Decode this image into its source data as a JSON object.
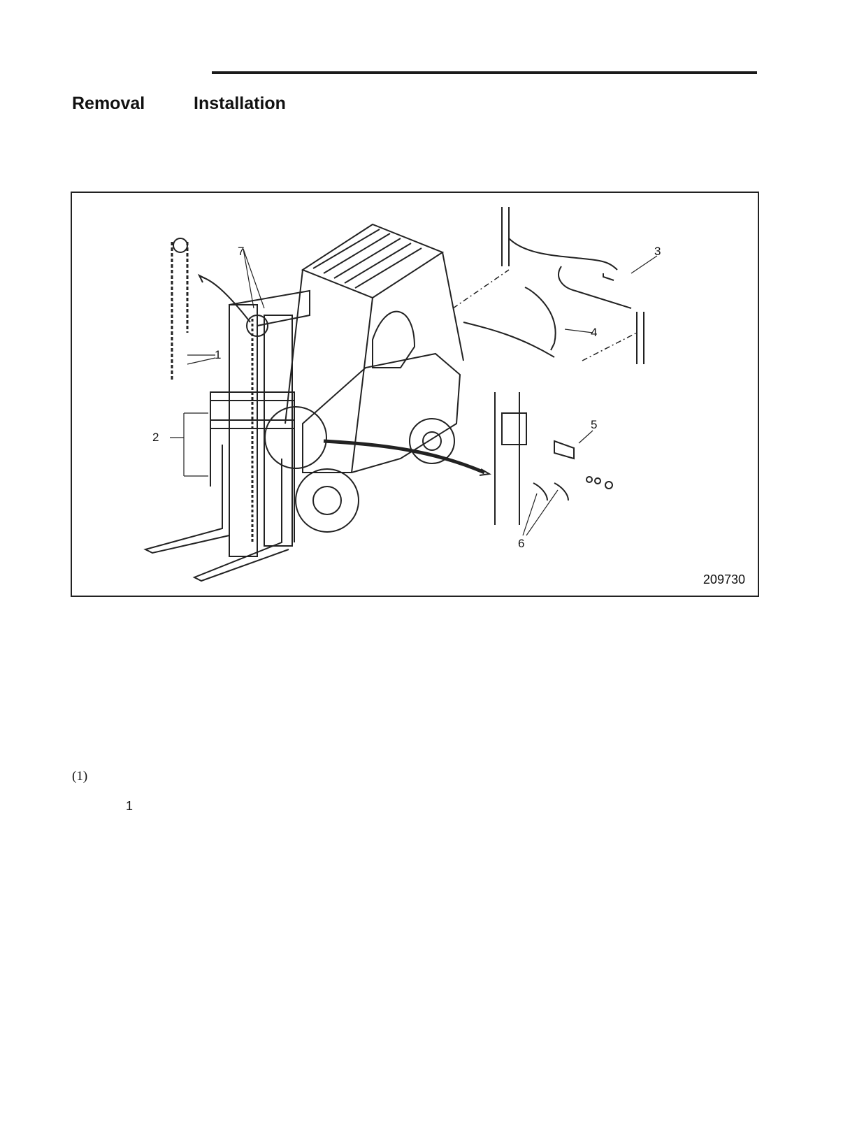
{
  "headings": {
    "removal": "Removal",
    "installation": "Installation"
  },
  "figure": {
    "number": "209730",
    "callouts": [
      "1",
      "2",
      "3",
      "4",
      "5",
      "6",
      "7"
    ]
  },
  "body": {
    "step": "(1)",
    "sub_item": "1"
  }
}
